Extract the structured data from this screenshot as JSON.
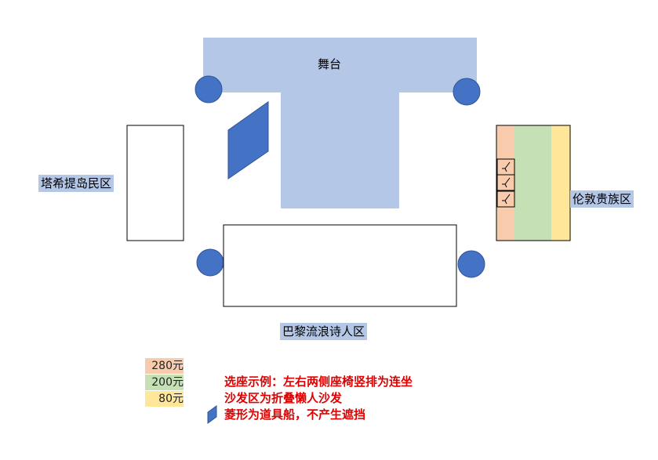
{
  "stage_label": "舞台",
  "zones": {
    "left": "塔希提岛民区",
    "right": "伦敦贵族区",
    "bottom": "巴黎流浪诗人区"
  },
  "legend": [
    {
      "label": "280元",
      "color": "#f8cbad"
    },
    {
      "label": "200元",
      "color": "#c5e0b4"
    },
    {
      "label": "80元",
      "color": "#ffe699"
    }
  ],
  "notes": [
    "选座示例：左右两侧座椅竖排为连坐",
    "沙发区为折叠懒人沙发",
    "菱形为道具船，不产生遮挡"
  ],
  "colors": {
    "stage": "#b4c7e7",
    "pillar": "#4472c4",
    "boat": "#4472c4",
    "note_text": "#e00000"
  },
  "icons": {
    "sofa": "sofa-icon",
    "boat": "boat-prop-icon",
    "pillar": "circle-pillar-icon"
  }
}
